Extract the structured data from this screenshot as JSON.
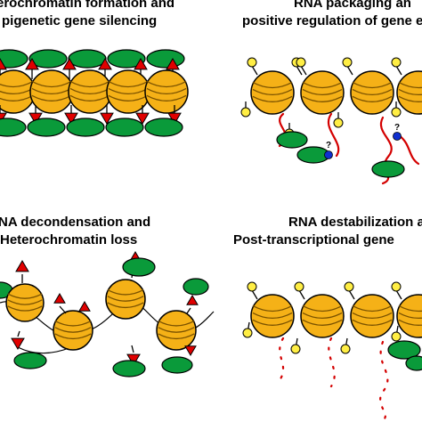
{
  "panels": {
    "top_left": {
      "line1": "erochromatin formation and",
      "line2": "pigenetic gene silencing"
    },
    "top_right": {
      "line1": "RNA packaging an",
      "line2": "positive regulation of gene e"
    },
    "bottom_left": {
      "line1": "NA decondensation and",
      "line2": "Heterochromatin loss"
    },
    "bottom_right": {
      "line1": "RNA destabilization a",
      "line2": "Post-transcriptional gene"
    }
  },
  "markers": {
    "question": "?"
  },
  "colors": {
    "nucleosome": "#f5b117",
    "nucleosome_stroke": "#7a5200",
    "green_protein": "#0a9a3a",
    "red_triangle": "#e00000",
    "rna": "#d40000",
    "blue_dot": "#1030d0",
    "tail_ball": "#ffee44"
  }
}
